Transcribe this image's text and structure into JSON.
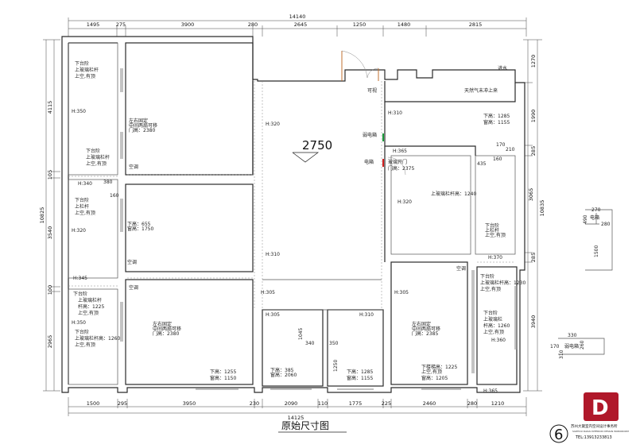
{
  "title": "原始尺寸图",
  "page_number": "6",
  "ceiling_height": "2750",
  "logo": {
    "company": "苏州大黛室内空间设计事务所",
    "english": "SUZHOU DADAI INTERIOR DESIGN WORKROOM",
    "phone": "TEL:13913233813"
  },
  "dims_top_total": "14140",
  "dims_top": [
    "1495",
    "275",
    "3900",
    "280",
    "2645",
    "1250",
    "1480",
    "2815"
  ],
  "dims_bottom_total": "14125",
  "dims_bottom": [
    "1500",
    "295",
    "3950",
    "230",
    "2090",
    "110",
    "1775",
    "225",
    "2460",
    "280",
    "1210"
  ],
  "dims_left_total": "10825",
  "dims_left": [
    "4115",
    "105",
    "3540",
    "100",
    "2965"
  ],
  "dims_right_total": "10835",
  "dims_right": [
    "1270",
    "1990",
    "285",
    "3065",
    "285",
    "3940"
  ],
  "labels": {
    "jinshui": "进水",
    "tianranqi": "天然气未冲上来",
    "kegai": "可视",
    "ruodianxiang": "弱电箱",
    "dianxiang": "电箱",
    "boli_door_1": "玻璃开门",
    "boli_door_2": "门高：2375",
    "glass_rail": "上玻璃栏杆高：1240",
    "kongtiao": "空调",
    "room_a_1": "左右固定",
    "room_a_2": "中间两扇可移",
    "room_a_3": "门高：2380",
    "room_b_1": "下高：655",
    "room_b_2": "窗高：1750",
    "room_c_1": "左右固定",
    "room_c_2": "中间两扇可移",
    "room_c_3": "门高：2380",
    "room_d_1": "左右固定",
    "room_d_2": "中间两扇可移",
    "room_d_3": "门高：2385",
    "win_c_1": "下高：1255",
    "win_c_2": "窗高：1150",
    "win_e_1": "下高：385",
    "win_e_2": "窗高：2060",
    "win_f_1": "下高：1285",
    "win_f_2": "窗高：1155",
    "win_tr_1": "下高：1285",
    "win_tr_2": "窗高：1155",
    "win_d_1": "下楼梯高：1225",
    "win_d_2": "上空,有顶",
    "win_d_3": "窗高：1205",
    "step_1": "下台阶",
    "step_2": "上玻璃栏杆",
    "step_3": "上空,有顶",
    "step_3b": "上空,有顶",
    "step_4": "下台阶",
    "step_5": "上玻璃栏杆",
    "step_6": "上空,有顶",
    "step_7": "下台阶",
    "step_8": "上栏杆",
    "step_9": "上空,有顶",
    "step_10": "下台阶",
    "step_11": "上玻璃栏杆",
    "step_12": "杆高：1225",
    "step_13": "上空,有顶",
    "step_14": "下台阶",
    "step_15": "上玻璃栏杆高：1260",
    "step_16": "上空,有顶",
    "step_17": "下台阶",
    "step_18": "上栏杆",
    "step_19": "上空,有顶",
    "step_20": "下台阶",
    "step_21": "上玻璃栏杆高：1230",
    "step_22": "下台阶",
    "step_23": "上玻璃栏",
    "step_24": "杆高：1260",
    "step_25": "上空,有顶",
    "h350a": "H:350",
    "h340": "H:340",
    "h320a": "H:320",
    "h345": "H:345",
    "h350b": "H:350",
    "h320b": "H:320",
    "h310a": "H:310",
    "h305a": "H:305",
    "h305b": "H:305",
    "h310b": "H:310",
    "h310c": "H:310",
    "h365a": "H:365",
    "h320c": "H:320",
    "h370": "H:370",
    "h305c": "H:305",
    "h360": "H:360",
    "h365b": "H:365",
    "n380": "380",
    "n160a": "160",
    "n170": "170",
    "n210": "210",
    "n435": "435",
    "n160b": "160",
    "n1045": "1045",
    "n340": "340",
    "n350": "350",
    "n1250": "1250",
    "box_270": "270",
    "box_490": "490",
    "box_280": "280",
    "box_label": "电箱",
    "box_1500": "1500",
    "box2_330": "330",
    "box2_170": "170",
    "box2_label": "弱电箱",
    "box2_260": "260",
    "box2_310": "310"
  }
}
